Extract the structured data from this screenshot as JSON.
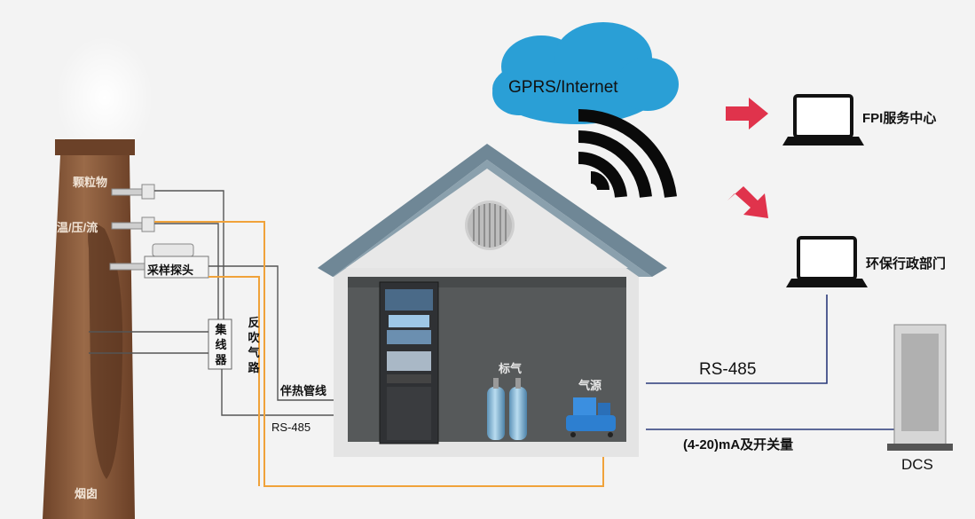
{
  "cloud": {
    "label": "GPRS/Internet"
  },
  "stack": {
    "particulate": "颗粒物",
    "temp_pressure_flow": "温/压/流",
    "sampling_probe": "采样探头",
    "chimney": "烟囱"
  },
  "junction_box": {
    "label_chars": [
      "集",
      "线",
      "器"
    ]
  },
  "backflush": {
    "label_chars": [
      "反",
      "吹",
      "气",
      "路"
    ]
  },
  "cables": {
    "heat_trace": "伴热管线",
    "rs485_left": "RS-485",
    "rs485_right": "RS-485",
    "analog_switch": "(4-20)mA及开关量"
  },
  "house": {
    "std_gas": "标气",
    "air_source": "气源"
  },
  "receivers": {
    "fpi_center": "FPI服务中心",
    "env_dept": "环保行政部门",
    "dcs": "DCS"
  },
  "colors": {
    "chimney": "#8b5a3c",
    "roof": "#6f8796",
    "cloud": "#2a9fd6",
    "arrow": "#e0334c",
    "orange_line": "#f0a23a",
    "blue_line": "#2b3a7a",
    "wall": "#e4e4e4",
    "interior": "#56595a"
  }
}
